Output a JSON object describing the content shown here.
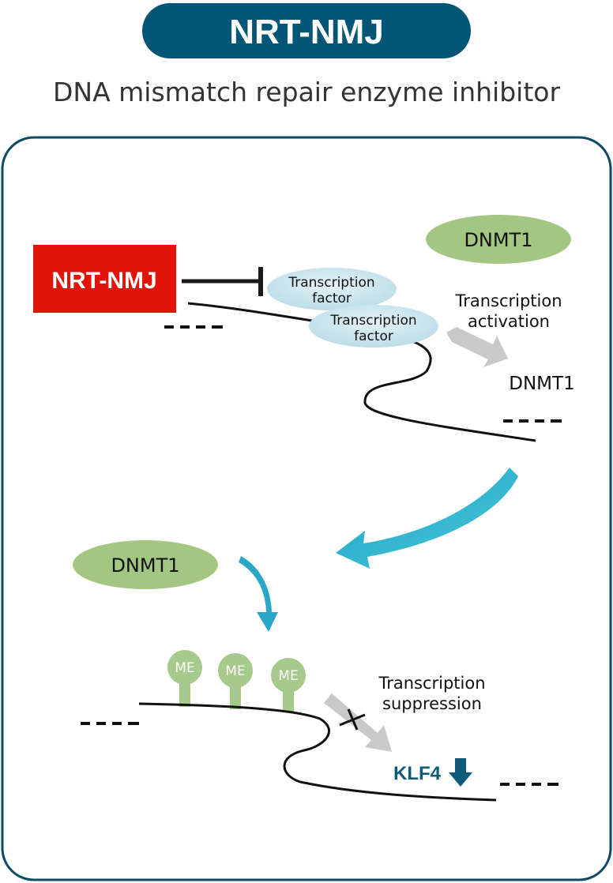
{
  "header": {
    "badge_title": "NRT-NMJ",
    "subtitle": "DNA mismatch repair enzyme inhibitor"
  },
  "inhibitor": {
    "label": "NRT-NMJ"
  },
  "transcription_factors": [
    "Transcription factor",
    "Transcription factor"
  ],
  "dnmt1_top": "DNMT1",
  "activation": {
    "line1": "Transcription",
    "line2": "activation"
  },
  "dnmt1_gene": "DNMT1",
  "dnmt1_bottom": "DNMT1",
  "methyl_marks": [
    "ME",
    "ME",
    "ME"
  ],
  "suppression": {
    "line1": "Transcription",
    "line2": "suppression"
  },
  "klf4": {
    "label": "KLF4",
    "trend": "down"
  },
  "colors": {
    "badge": "#045576",
    "panel_border": "#0f4a66",
    "inhibitor_box": "#e01507",
    "dnmt1_ellipse": "#a4c683",
    "tf_ellipse": "#cfe6ee",
    "methyl": "#a6c98c",
    "teal_arrow": "#2aa7c6",
    "gray_arrow": "#c9c9c9",
    "klf4_text": "#0d5a7a"
  }
}
